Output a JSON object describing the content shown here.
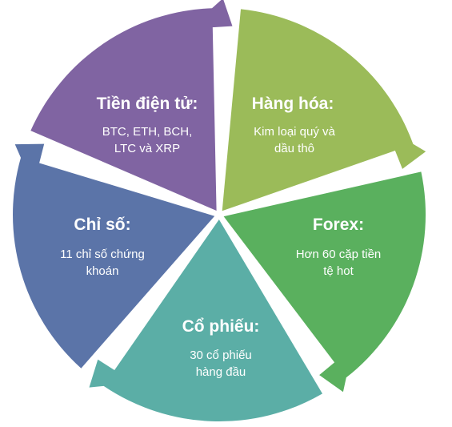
{
  "segments": [
    {
      "key": "commodities",
      "title": "Hàng hóa:",
      "lines": [
        "Kim loại quý và",
        "dầu thô"
      ],
      "color": "#9BBB59"
    },
    {
      "key": "forex",
      "title": "Forex:",
      "lines": [
        "Hơn 60 cặp tiền",
        "tệ hot"
      ],
      "color": "#5AB05E"
    },
    {
      "key": "stocks",
      "title": "Cổ phiếu:",
      "lines": [
        "30 cổ phiếu",
        "hàng đầu"
      ],
      "color": "#5BAEA6"
    },
    {
      "key": "indices",
      "title": "Chỉ số:",
      "lines": [
        "11 chỉ số chứng",
        "khoán"
      ],
      "color": "#5B74A8"
    },
    {
      "key": "crypto",
      "title": "Tiền điện tử:",
      "lines": [
        "BTC, ETH, BCH,",
        "LTC và XRP"
      ],
      "color": "#8064A2"
    }
  ]
}
